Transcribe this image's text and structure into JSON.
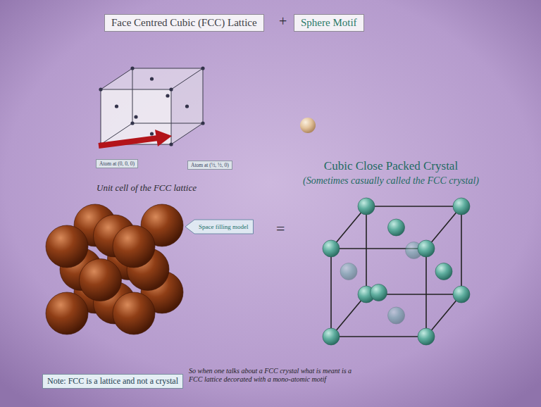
{
  "diagram": {
    "nodes": [
      {
        "text": [
          "Face Centred Cubic (FCC) Lattice"
        ]
      },
      {
        "text": [
          "Sphere Motif"
        ]
      },
      {
        "text": [
          "Atom at (0, 0, 0)"
        ]
      },
      {
        "text": [
          "Atom at (½, ½, 0)"
        ]
      },
      {
        "text": [
          "Space filling model"
        ]
      },
      {
        "text": [
          "Note: FCC is a lattice and not a crystal"
        ]
      }
    ],
    "labels": [
      "+",
      "Cubic Close Packed Crystal",
      "(Sometimes casually called the FCC crystal)",
      "Unit cell of the FCC lattice",
      "=",
      "So when one talks about a FCC crystal what is meant is a FCC lattice decorated with a mono-atomic motif"
    ]
  }
}
